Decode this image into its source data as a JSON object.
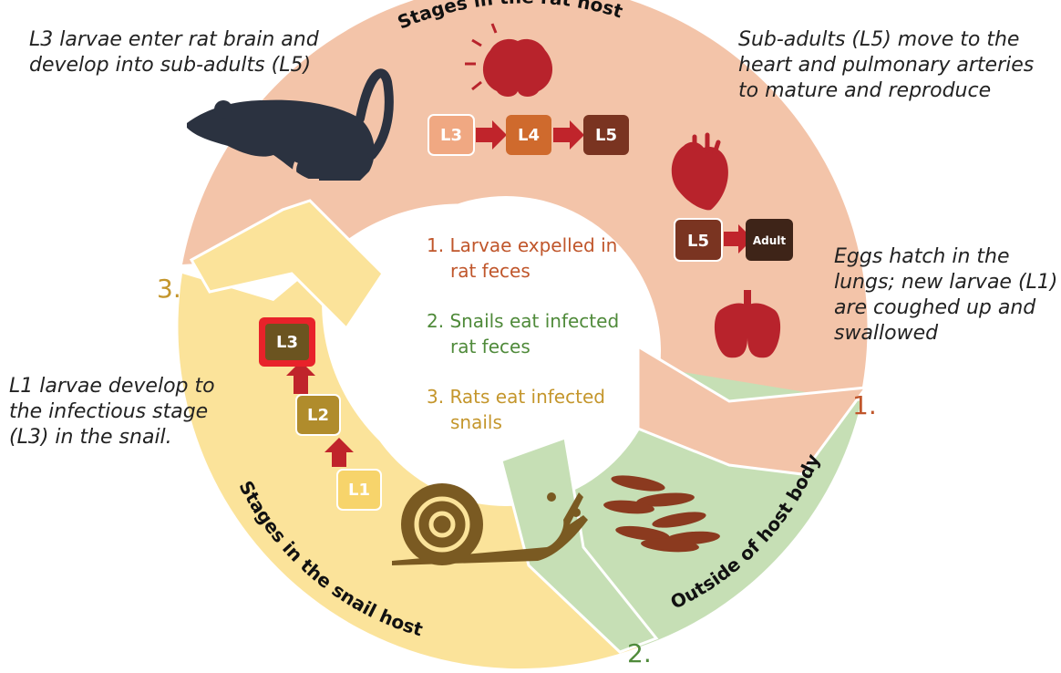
{
  "title_rat": "Stages in the rat host",
  "title_snail": "Stages in the snail host",
  "title_outside": "Outside of host body",
  "desc_rat_brain": [
    "L3 larvae enter rat brain and",
    "develop into sub-adults (L5)"
  ],
  "desc_heart": [
    "Sub-adults (L5) move to the",
    "heart and pulmonary arteries",
    "to mature and reproduce"
  ],
  "desc_lungs": [
    "Eggs hatch in the",
    "lungs; new larvae (L1)",
    "are coughed up and",
    "swallowed"
  ],
  "desc_snail": [
    "L1 larvae develop to",
    "the infectious stage",
    "(L3) in the snail."
  ],
  "center_items": [
    {
      "lines": [
        "1. Larvae expelled in",
        "rat feces"
      ],
      "color": "#c0562b"
    },
    {
      "lines": [
        "2. Snails eat infected",
        "rat feces"
      ],
      "color": "#4f8a3a"
    },
    {
      "lines": [
        "3. Rats eat infected",
        "snails"
      ],
      "color": "#c4962c"
    }
  ],
  "step_labels": {
    "one": "1.",
    "two": "2.",
    "three": "3."
  },
  "rat_stages": {
    "l3": "L3",
    "l4": "L4",
    "l5": "L5",
    "l5b": "L5",
    "adult": "Adult"
  },
  "snail_stages": {
    "l1": "L1",
    "l2": "L2",
    "l3": "L3"
  },
  "colors": {
    "rat_ring": "#f3c4a9",
    "snail_ring": "#fbe39a",
    "outside_ring": "#c6dfb5",
    "rat_icon": "#2b3240",
    "snail_icon": "#7a5a22",
    "organ_red": "#b8232c",
    "arrow_red": "#c0242b",
    "l3_rat": "#f0a882",
    "l4_rat": "#cf6a2d",
    "l5_rat": "#7a3421",
    "adult": "#3e2418",
    "l1_snail": "#f7d46b",
    "l2_snail": "#b08c2c",
    "l3_snail": "#6b5420",
    "egg": "#8b3a1f"
  }
}
